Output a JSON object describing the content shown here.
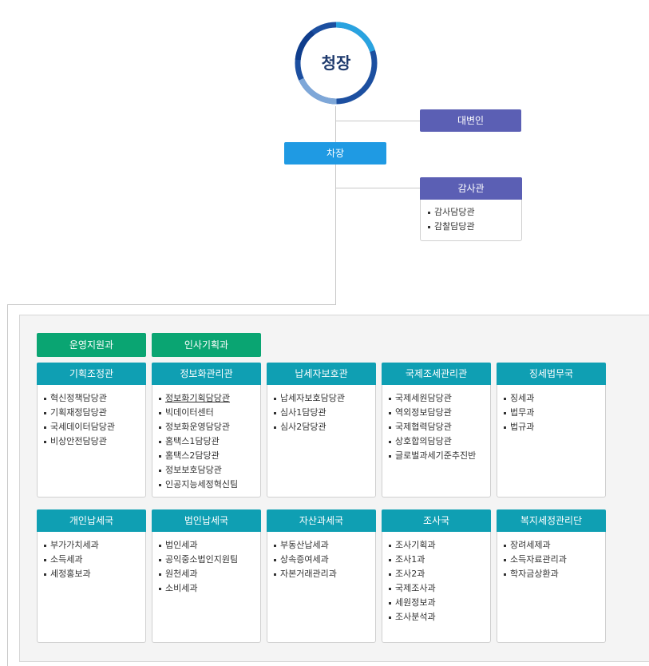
{
  "top": {
    "label": "청장"
  },
  "spokesperson": {
    "label": "대변인"
  },
  "deputy": {
    "label": "차장"
  },
  "audit": {
    "label": "감사관",
    "items": [
      "감사담당관",
      "감찰담당관"
    ]
  },
  "green": [
    {
      "label": "운영지원과"
    },
    {
      "label": "인사기획과"
    }
  ],
  "row1": [
    {
      "label": "기획조정관",
      "items": [
        "혁신정책담당관",
        "기획재정담당관",
        "국세데이터담당관",
        "비상안전담당관"
      ]
    },
    {
      "label": "정보화관리관",
      "items": [
        "정보화기획담당관",
        "빅데이터센터",
        "정보화운영담당관",
        "홈택스1담당관",
        "홈택스2담당관",
        "정보보호담당관",
        "인공지능세정혁신팀"
      ]
    },
    {
      "label": "납세자보호관",
      "items": [
        "납세자보호담당관",
        "심사1담당관",
        "심사2담당관"
      ]
    },
    {
      "label": "국제조세관리관",
      "items": [
        "국제세원담당관",
        "역외정보담당관",
        "국제협력담당관",
        "상호합의담당관",
        "글로벌과세기준추진반"
      ]
    },
    {
      "label": "징세법무국",
      "items": [
        "징세과",
        "법무과",
        "법규과"
      ]
    }
  ],
  "row2": [
    {
      "label": "개인납세국",
      "items": [
        "부가가치세과",
        "소득세과",
        "세정홍보과"
      ]
    },
    {
      "label": "법인납세국",
      "items": [
        "법인세과",
        "공익중소법인지원팀",
        "원천세과",
        "소비세과"
      ]
    },
    {
      "label": "자산과세국",
      "items": [
        "부동산납세과",
        "상속증여세과",
        "자본거래관리과"
      ]
    },
    {
      "label": "조사국",
      "items": [
        "조사기획과",
        "조사1과",
        "조사2과",
        "국제조사과",
        "세원정보과",
        "조사분석과"
      ]
    },
    {
      "label": "복지세정관리단",
      "items": [
        "장려세제과",
        "소득자료관리과",
        "학자금상환과"
      ]
    }
  ]
}
